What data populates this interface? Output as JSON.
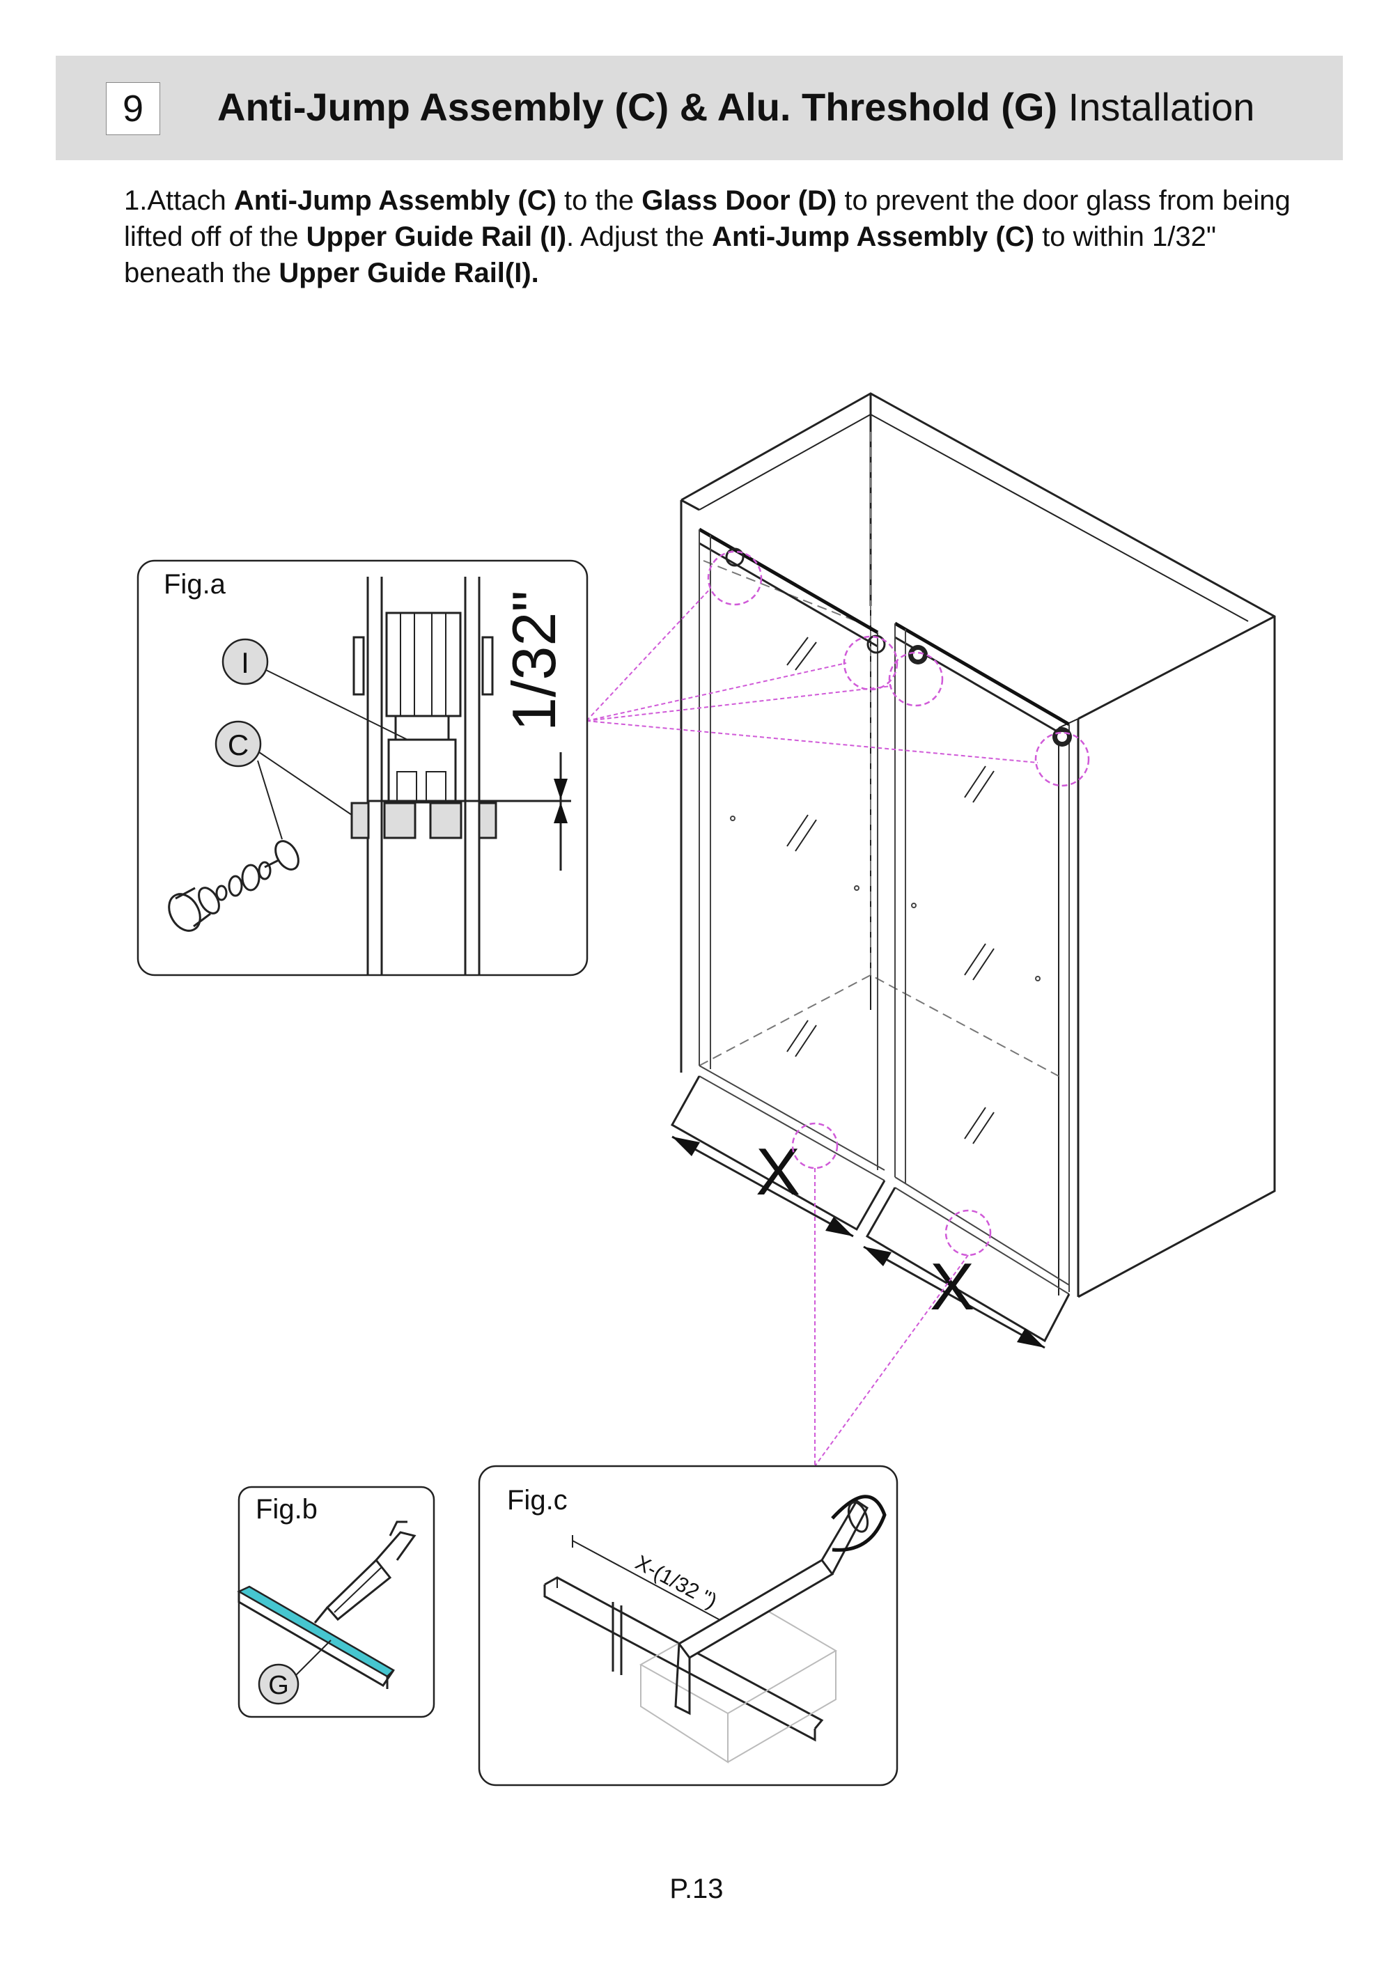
{
  "header": {
    "step_number": "9",
    "title_bold": "Anti-Jump Assembly (C) & Alu. Threshold (G)",
    "title_normal": " Installation"
  },
  "instruction": {
    "p1": "1.Attach ",
    "b1": "Anti-Jump Assembly (C)",
    "p2": " to the ",
    "b2": "Glass Door (D)",
    "p3": " to prevent the door glass from being lifted off of the ",
    "b3": "Upper Guide Rail (I)",
    "p4": ". Adjust the ",
    "b4": "Anti-Jump Assembly (C)",
    "p5": " to within 1/32\" beneath the ",
    "b5": "Upper Guide Rail(I)."
  },
  "fig_a": {
    "label": "Fig.a",
    "callout_i": "I",
    "callout_c": "C",
    "dimension": "1/32\""
  },
  "fig_b": {
    "label": "Fig.b",
    "callout_g": "G",
    "accent_color": "#46c6d0"
  },
  "fig_c": {
    "label": "Fig.c",
    "cut_dimension": "X-(1/32 \")"
  },
  "main_drawing": {
    "dim_left": "X",
    "dim_right": "X",
    "callout_color": "#d05ad8"
  },
  "footer": {
    "page_number": "P.13"
  }
}
